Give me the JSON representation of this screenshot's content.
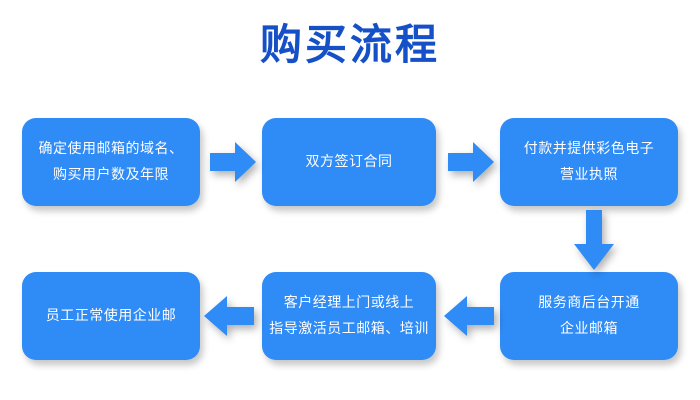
{
  "page": {
    "title": "购买流程",
    "background_color": "#ffffff",
    "title_color": "#1650c6",
    "box_color": "#2f8bf6",
    "box_text_color": "#ffffff",
    "arrow_color": "#2f8bf6"
  },
  "flow": {
    "steps": [
      {
        "id": "step-1",
        "position": "top-left",
        "lines": [
          "确定使用邮箱的域名、",
          "购买用户数及年限"
        ]
      },
      {
        "id": "step-2",
        "position": "top-center",
        "lines": [
          "双方签订合同"
        ]
      },
      {
        "id": "step-3",
        "position": "top-right",
        "lines": [
          "付款并提供彩色电子",
          "营业执照"
        ]
      },
      {
        "id": "step-4",
        "position": "bottom-right",
        "lines": [
          "服务商后台开通",
          "企业邮箱"
        ]
      },
      {
        "id": "step-5",
        "position": "bottom-center",
        "lines": [
          "客户经理上门或线上",
          "指导激活员工邮箱、培训"
        ]
      },
      {
        "id": "step-6",
        "position": "bottom-left",
        "lines": [
          "员工正常使用企业邮"
        ]
      }
    ],
    "connectors": [
      {
        "id": "connector-1",
        "icon": "arrow-right-icon",
        "from": "step-1",
        "to": "step-2"
      },
      {
        "id": "connector-2",
        "icon": "arrow-right-icon",
        "from": "step-2",
        "to": "step-3"
      },
      {
        "id": "connector-3",
        "icon": "arrow-down-icon",
        "from": "step-3",
        "to": "step-4"
      },
      {
        "id": "connector-4",
        "icon": "arrow-left-icon",
        "from": "step-4",
        "to": "step-5"
      },
      {
        "id": "connector-5",
        "icon": "arrow-left-icon",
        "from": "step-5",
        "to": "step-6"
      }
    ]
  }
}
